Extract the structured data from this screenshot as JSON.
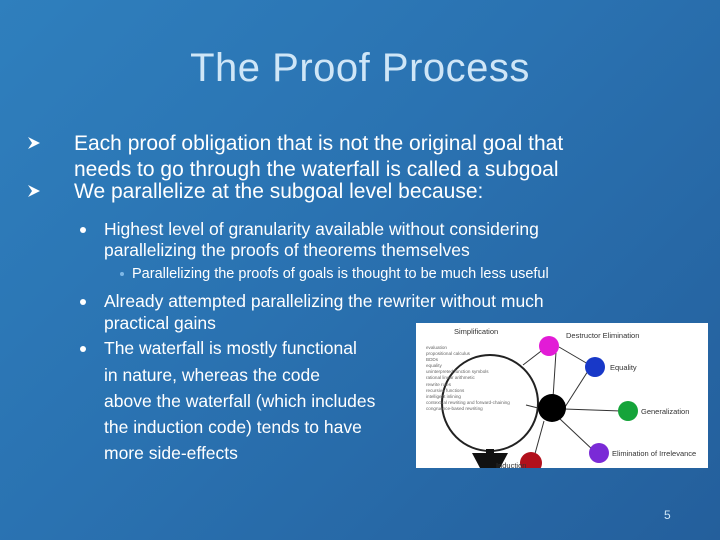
{
  "slide": {
    "title": "The Proof Process",
    "page_number": "5",
    "bullets": [
      {
        "lines": [
          "Each proof obligation that is not the original goal that",
          "needs to go through the waterfall is called a subgoal"
        ]
      },
      {
        "lines": [
          "We parallelize at the subgoal level because:"
        ]
      }
    ],
    "sub_bullets": [
      {
        "lines": [
          "Highest level of granularity available without considering",
          "parallelizing the proofs of theorems themselves"
        ]
      },
      {
        "lines": [
          "Already attempted parallelizing the rewriter without much",
          "practical gains"
        ]
      },
      {
        "lines": [
          "The waterfall is mostly functional",
          "in nature, whereas the code",
          "above the waterfall (which includes",
          "the induction code) tends to have",
          "more side-effects"
        ]
      }
    ],
    "sub_sub_bullet": "Parallelizing the proofs of goals is thought to be much less useful"
  },
  "figure": {
    "labels": {
      "simplification": "Simplification",
      "destructor": "Destructor Elimination",
      "equality": "Equality",
      "generalization": "Generalization",
      "irrelevance": "Elimination of Irrelevance",
      "induction": "Induction"
    },
    "list_items": [
      "evaluation",
      "propositional calculus",
      "BDDs",
      "equality",
      "uninterpreted function symbols",
      "rational linear arithmetic",
      "rewrite rules",
      "recursive functions",
      "intelligent inlining",
      "contextual rewriting and forward-chaining",
      "congruence-based rewriting"
    ],
    "colors": {
      "simplification": "#e21bd6",
      "destructor": "#e21bd6",
      "equality": "#1838c8",
      "generalization": "#15a43a",
      "irrelevance": "#7a2ad6",
      "induction": "#b2101c",
      "pool": "#000000"
    }
  }
}
